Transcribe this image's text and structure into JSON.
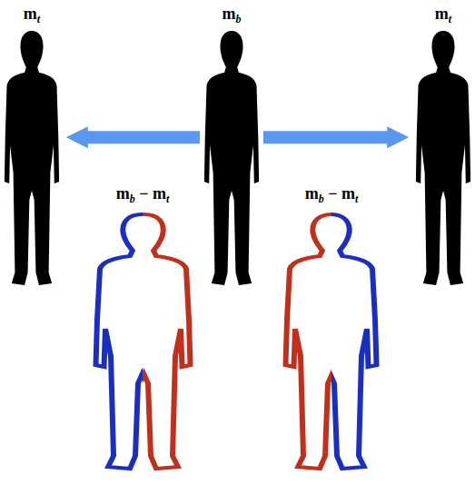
{
  "diagram": {
    "nodes": [
      {
        "text": [
          "mt"
        ]
      },
      {
        "text": [
          "mb"
        ]
      },
      {
        "text": [
          "mt"
        ]
      },
      {
        "text": [
          "mb − mt"
        ]
      },
      {
        "text": [
          "mb − mt"
        ]
      }
    ],
    "edges": [
      {
        "from": 1,
        "to": 0,
        "arrow": "to"
      },
      {
        "from": 1,
        "to": 2,
        "arrow": "to"
      }
    ]
  }
}
